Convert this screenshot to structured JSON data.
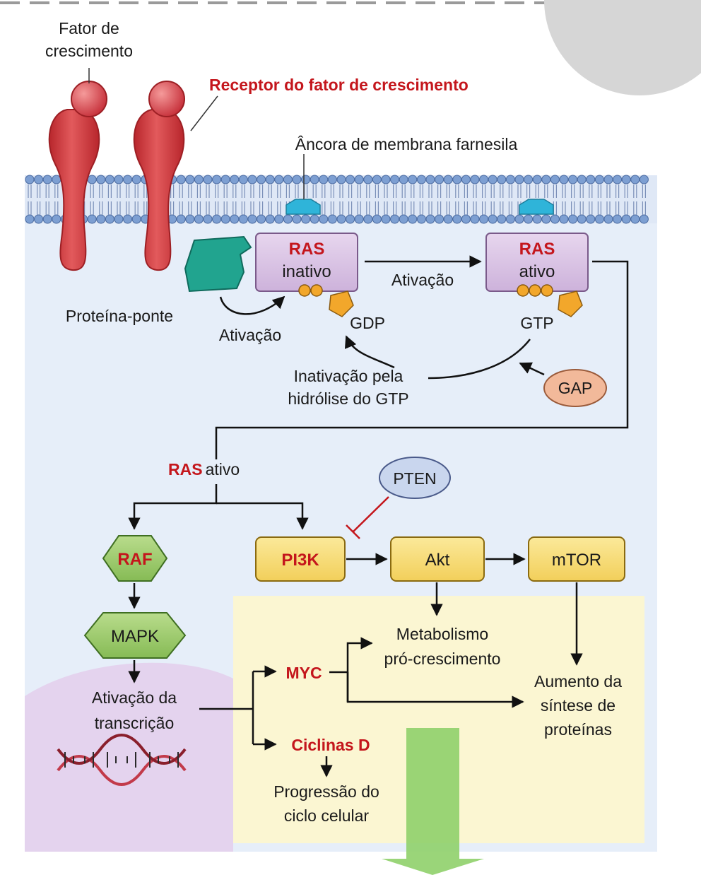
{
  "labels": {
    "growth_factor_1": "Fator de",
    "growth_factor_2": "crescimento",
    "receptor": "Receptor do fator de crescimento",
    "farnesyl_anchor": "Âncora de membrana farnesila",
    "ras_inactive_name": "RAS",
    "ras_inactive_state": "inativo",
    "ras_active_name": "RAS",
    "ras_active_state": "ativo",
    "activation_middle": "Ativação",
    "activation_bridge": "Ativação",
    "bridge_protein": "Proteína-ponte",
    "gdp": "GDP",
    "gtp": "GTP",
    "inactivation_1": "Inativação pela",
    "inactivation_2": "hidrólise do GTP",
    "gap": "GAP",
    "ras_active_bottom_name": "RAS",
    "ras_active_bottom_state": "ativo",
    "pten": "PTEN",
    "raf": "RAF",
    "pi3k": "PI3K",
    "akt": "Akt",
    "mtor": "mTOR",
    "mapk": "MAPK",
    "metabolism_1": "Metabolismo",
    "metabolism_2": "pró-crescimento",
    "myc": "MYC",
    "protein_synthesis_1": "Aumento da",
    "protein_synthesis_2": "síntese de",
    "protein_synthesis_3": "proteínas",
    "transcription_1": "Ativação da",
    "transcription_2": "transcrição",
    "cyclins": "Ciclinas D",
    "cell_cycle_1": "Progressão do",
    "cell_cycle_2": "ciclo celular"
  },
  "colors": {
    "cytoplasm": "#e6eef9",
    "membrane_head": "#7d9fd2",
    "receptor": "#d6474a",
    "ras_box": "#d9c4e4",
    "anchor": "#2fb4d9",
    "bridge": "#21a48f",
    "phosphate": "#f2a72b",
    "gap": "#f2b99a",
    "pten": "#c9d6ee",
    "yellow_box": "#f7dd79",
    "green_hex": "#9cc96b",
    "pale_yellow": "#fbf6d2",
    "nucleus": "#e6d7ee",
    "accent_red": "#c4161c",
    "big_arrow": "#8fd06a"
  }
}
